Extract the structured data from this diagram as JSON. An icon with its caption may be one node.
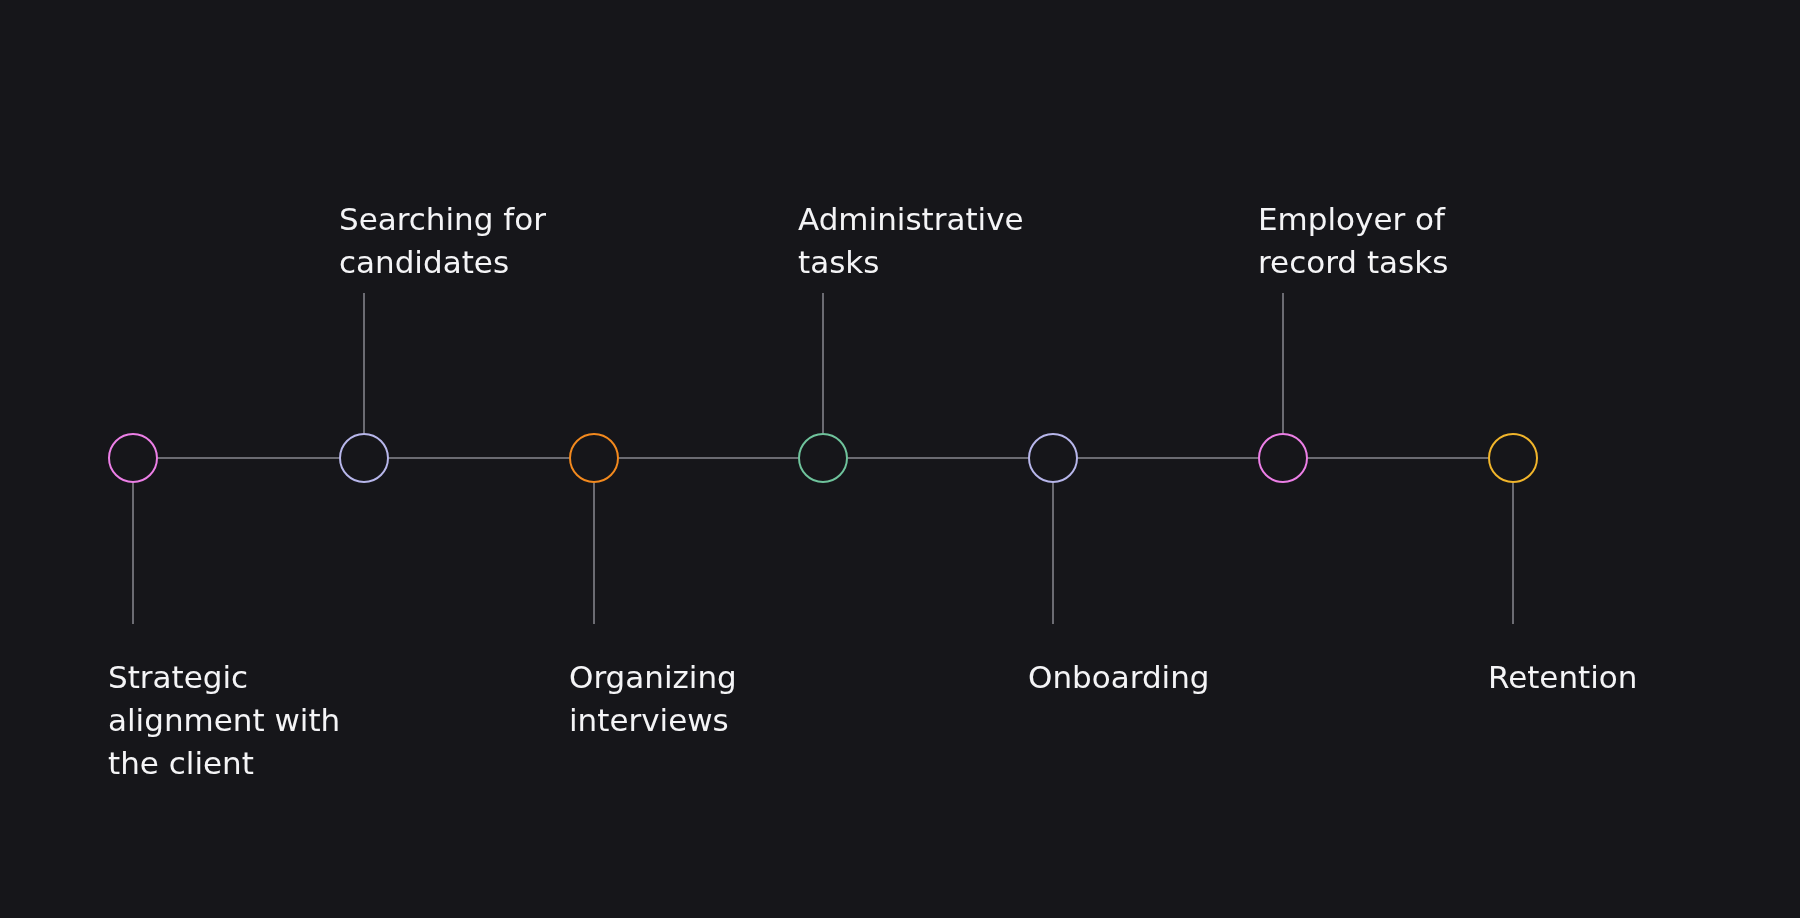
{
  "diagram": {
    "nodes": [
      {
        "text": [
          "Strategic alignment with the client"
        ]
      },
      {
        "text": [
          "Searching for candidates"
        ]
      },
      {
        "text": [
          "Organizing interviews"
        ]
      },
      {
        "text": [
          "Administrative tasks"
        ]
      },
      {
        "text": [
          "Onboarding"
        ]
      },
      {
        "text": [
          "Employer of record tasks"
        ]
      },
      {
        "text": [
          "Retention"
        ]
      },
      {
        "text": [],
        "shape": "circle"
      },
      {
        "text": [],
        "shape": "circle"
      },
      {
        "text": [],
        "shape": "circle"
      },
      {
        "text": [],
        "shape": "circle"
      },
      {
        "text": [],
        "shape": "circle"
      },
      {
        "text": [],
        "shape": "circle"
      },
      {
        "text": [],
        "shape": "circle"
      }
    ],
    "edges": [
      {
        "from": 7,
        "to": 8,
        "arrow": "none"
      },
      {
        "from": 8,
        "to": 9,
        "arrow": "none"
      },
      {
        "from": 9,
        "to": 10,
        "arrow": "none"
      },
      {
        "from": 10,
        "to": 11,
        "arrow": "none"
      },
      {
        "from": 11,
        "to": 12,
        "arrow": "none"
      },
      {
        "from": 12,
        "to": 13,
        "arrow": "none"
      },
      {
        "from": 0,
        "to": 7,
        "arrow": "none"
      },
      {
        "from": 1,
        "to": 8,
        "arrow": "none"
      },
      {
        "from": 2,
        "to": 9,
        "arrow": "none"
      },
      {
        "from": 3,
        "to": 10,
        "arrow": "none"
      },
      {
        "from": 4,
        "to": 11,
        "arrow": "none"
      },
      {
        "from": 5,
        "to": 12,
        "arrow": "none"
      },
      {
        "from": 6,
        "to": 13,
        "arrow": "none"
      }
    ]
  }
}
